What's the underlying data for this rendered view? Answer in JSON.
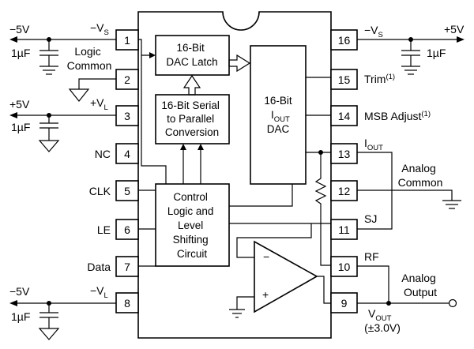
{
  "pins_left": [
    {
      "num": "1",
      "label": "−V",
      "sub": "S"
    },
    {
      "num": "2",
      "label": "",
      "sub": ""
    },
    {
      "num": "3",
      "label": "+V",
      "sub": "L"
    },
    {
      "num": "4",
      "label": "NC",
      "sub": ""
    },
    {
      "num": "5",
      "label": "CLK",
      "sub": ""
    },
    {
      "num": "6",
      "label": "LE",
      "sub": ""
    },
    {
      "num": "7",
      "label": "Data",
      "sub": ""
    },
    {
      "num": "8",
      "label": "−V",
      "sub": "L"
    }
  ],
  "pins_right": [
    {
      "num": "16",
      "label": "−V",
      "sub": "S",
      "sup": ""
    },
    {
      "num": "15",
      "label": "Trim",
      "sub": "",
      "sup": "(1)"
    },
    {
      "num": "14",
      "label": "MSB Adjust",
      "sub": "",
      "sup": "(1)"
    },
    {
      "num": "13",
      "label": "I",
      "sub": "OUT",
      "sup": ""
    },
    {
      "num": "12",
      "label": "",
      "sub": "",
      "sup": ""
    },
    {
      "num": "11",
      "label": "SJ",
      "sub": "",
      "sup": ""
    },
    {
      "num": "10",
      "label": "RF",
      "sub": "",
      "sup": ""
    },
    {
      "num": "9",
      "label": "",
      "sub": "",
      "sup": ""
    }
  ],
  "blocks": {
    "dac_latch": [
      "16-Bit",
      "DAC Latch"
    ],
    "serial_parallel": [
      "16-Bit Serial",
      "to Parallel",
      "Conversion"
    ],
    "control_logic": [
      "Control",
      "Logic and",
      "Level",
      "Shifting",
      "Circuit"
    ],
    "dac_line1": "16-Bit",
    "dac_iout_main": "I",
    "dac_iout_sub": "OUT",
    "dac_line3": "DAC"
  },
  "opamp": {
    "minus": "−",
    "plus": "+"
  },
  "external": {
    "neg5v_top": "−5V",
    "cap_top_left": "1µF",
    "logic_common": [
      "Logic",
      "Common"
    ],
    "pos5v_left": "+5V",
    "cap_mid_left": "1µF",
    "neg5v_bottom": "−5V",
    "cap_bottom_left": "1µF",
    "pos5v_right": "+5V",
    "cap_right": "1µF",
    "analog_common": [
      "Analog",
      "Common"
    ],
    "analog_output": [
      "Analog",
      "Output"
    ],
    "vout_main": "V",
    "vout_sub": "OUT",
    "vout_range": "(±3.0V)"
  }
}
